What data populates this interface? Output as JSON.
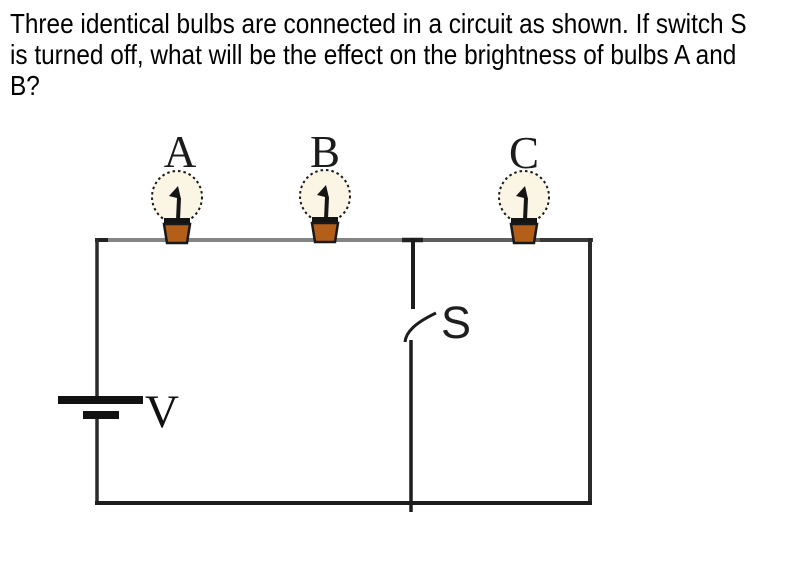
{
  "question": {
    "lines": [
      "Three identical bulbs are connected in a circuit as shown. If switch S",
      "is turned off, what will be the effect on the brightness of bulbs A and",
      "B?"
    ]
  },
  "circuit": {
    "labels": {
      "bulb_a": "A",
      "bulb_b": "B",
      "bulb_c": "C",
      "switch": "S",
      "battery": "V"
    },
    "colors": {
      "wire_dark": "#1d1d1d",
      "wire_top_gray": "#828282",
      "bulb_glass_fill": "#faf5e4",
      "bulb_base_fill": "#b35f1a",
      "label_color": "#1c1c1c"
    }
  }
}
